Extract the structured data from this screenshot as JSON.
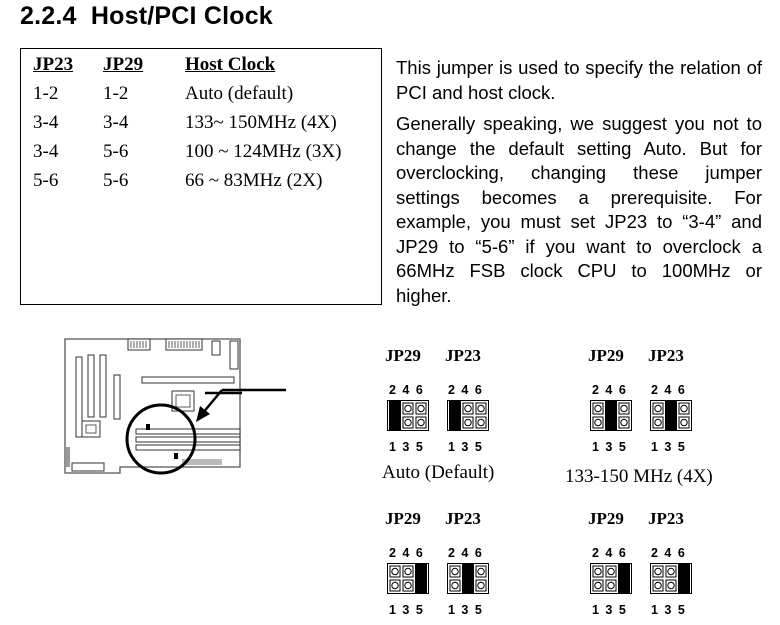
{
  "section": {
    "number": "2.2.4",
    "title": "Host/PCI Clock"
  },
  "table": {
    "headers": [
      "JP23",
      "JP29",
      "Host Clock"
    ],
    "rows": [
      [
        "1-2",
        "1-2",
        "Auto (default)"
      ],
      [
        "3-4",
        "3-4",
        "133~ 150MHz (4X)"
      ],
      [
        "3-4",
        "5-6",
        "100 ~ 124MHz (3X)"
      ],
      [
        "5-6",
        "5-6",
        "66 ~ 83MHz (2X)"
      ]
    ]
  },
  "paragraphs": [
    "This jumper is used to specify the relation of PCI and host clock.",
    "Generally speaking, we suggest you not to change the default setting Auto. But for overclocking, changing these jumper settings becomes a prerequisite. For example, you must set JP23 to “3-4” and JP29 to “5-6” if you want to overclock a 66MHz FSB clock CPU to 100MHz or higher."
  ],
  "settings": [
    {
      "labels": [
        "JP29",
        "JP23"
      ],
      "top_pins": "2 4 6",
      "bottom_pins": "1 3 5",
      "caption": "Auto (Default)",
      "jumpers": [
        "1-2",
        "1-2"
      ]
    },
    {
      "labels": [
        "JP29",
        "JP23"
      ],
      "top_pins": "2 4 6",
      "bottom_pins": "1 3 5",
      "caption": "133-150 MHz (4X)",
      "jumpers": [
        "3-4",
        "3-4"
      ]
    },
    {
      "labels": [
        "JP29",
        "JP23"
      ],
      "top_pins": "2 4 6",
      "bottom_pins": "1 3 5",
      "caption": "",
      "jumpers": [
        "5-6",
        "3-4"
      ]
    },
    {
      "labels": [
        "JP29",
        "JP23"
      ],
      "top_pins": "2 4 6",
      "bottom_pins": "1 3 5",
      "caption": "",
      "jumpers": [
        "5-6",
        "5-6"
      ]
    }
  ]
}
